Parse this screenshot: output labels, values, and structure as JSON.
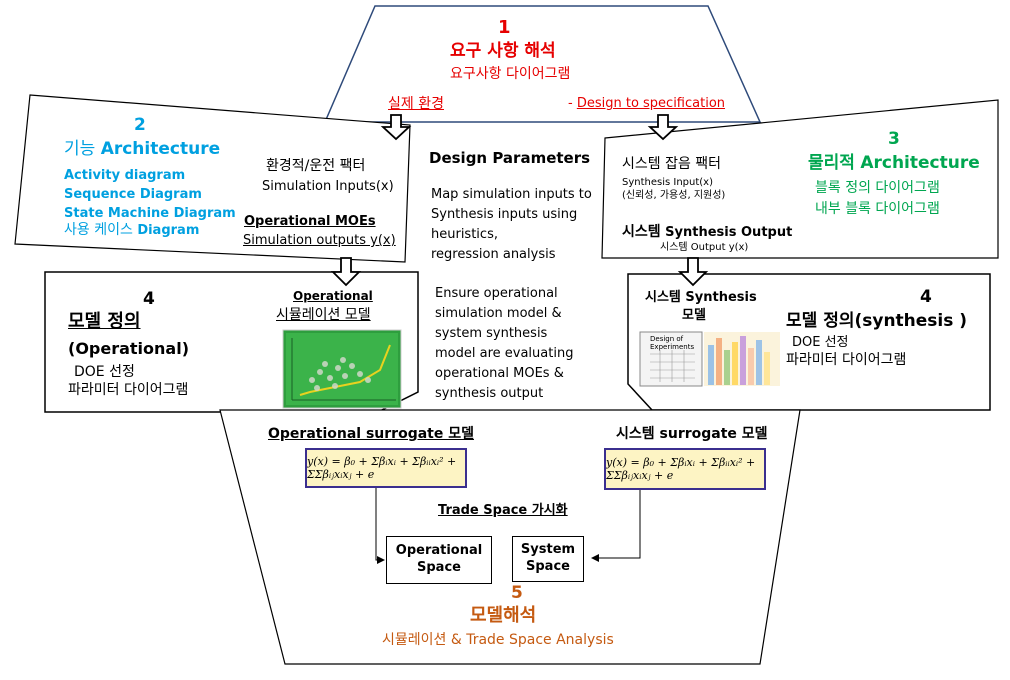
{
  "step1": {
    "num": "1",
    "title": "요구 사항 해석",
    "sub": "요구사항 다이어그램",
    "left_link": "실제 환경",
    "right_link": "Design to specification",
    "right_prefix": "- "
  },
  "step2": {
    "num": "2",
    "title_kr": "기능",
    "title_en": "Architecture",
    "items": [
      "Activity diagram",
      "Sequence Diagram",
      "State Machine Diagram"
    ],
    "usecase_kr": "사용 케이스",
    "usecase_en": "Diagram",
    "env_title": "환경적/운전 팩터",
    "sim_inputs": "Simulation Inputs(x)",
    "moe_title": "Operational MOEs",
    "sim_outputs": "Simulation outputs y(x)"
  },
  "center": {
    "title": "Design Parameters",
    "para1": [
      "Map simulation inputs to",
      "Synthesis inputs using",
      "heuristics,",
      "regression analysis"
    ],
    "para2": [
      "Ensure operational",
      "simulation model &",
      " system synthesis",
      "model are evaluating",
      "operational MOEs &",
      "synthesis output"
    ]
  },
  "step3": {
    "num": "3",
    "title_kr": "물리적",
    "title_en": "Architecture",
    "items": [
      "블록 정의 다이어그램",
      "내부 블록 다이어그램"
    ],
    "factor_title": "시스템 잡음 팩터",
    "synth_input": "Synthesis Input(x)",
    "synth_input_sub": "(신뢰성, 가용성, 지원성)",
    "output_title_kr": "시스템",
    "output_title_en": "Synthesis Output",
    "output_sub": "시스템 Output y(x)"
  },
  "step4_left": {
    "num": "4",
    "title": "모델 정의",
    "subtitle": "(Operational)",
    "doe": "DOE 선정",
    "param": "파라미터 다이어그램",
    "model_label_en": "Operational",
    "model_label_kr": "시뮬레이션 모델"
  },
  "step4_right": {
    "num": "4",
    "title": "모델 정의(synthesis )",
    "doe": "DOE 선정",
    "param": "파라미터 다이어그램",
    "model_label_1": "시스템 Synthesis",
    "model_label_2": "모델",
    "doe_card": [
      "Design of",
      "Experiments"
    ]
  },
  "step5": {
    "num": "5",
    "title": "모델해석",
    "sub": "시뮬레이션 & Trade Space Analysis",
    "op_surrogate": "Operational surrogate 모델",
    "sys_surrogate": "시스템 surrogate  모델",
    "formula": "y(x) = β₀ + Σβᵢxᵢ + Σβᵢᵢxᵢ² + ΣΣβᵢⱼxᵢxⱼ + e",
    "trade_title": "Trade Space 가시화",
    "op_space": "Operational Space",
    "sys_space": "System Space"
  },
  "colors": {
    "red": "#e60000",
    "blue": "#00a0e0",
    "green": "#00a650",
    "orange": "#c55a11",
    "frame": "#2e4a7a"
  }
}
